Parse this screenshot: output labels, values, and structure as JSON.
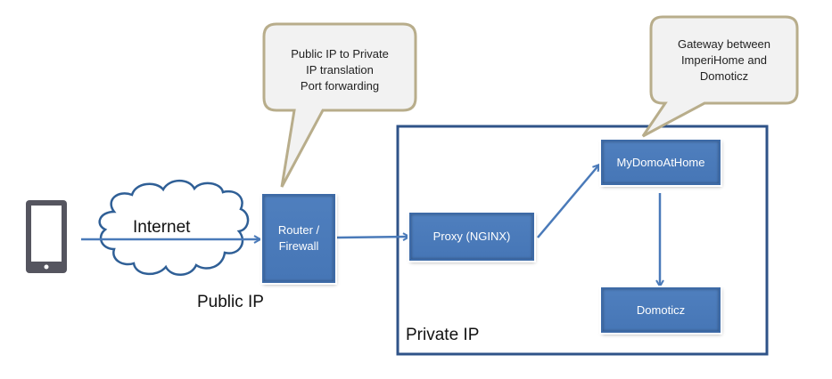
{
  "diagram": {
    "nodes": {
      "phone": {
        "icon": "smartphone-icon"
      },
      "internet": {
        "label": "Internet",
        "icon": "cloud-icon"
      },
      "public_ip_label": "Public IP",
      "router": {
        "line1": "Router /",
        "line2": "Firewall"
      },
      "proxy": {
        "label": "Proxy (NGINX)"
      },
      "mydomoathome": {
        "label": "MyDomoAtHome"
      },
      "domoticz": {
        "label": "Domoticz"
      },
      "private_ip_label": "Private IP"
    },
    "callouts": {
      "router_note": {
        "lines": [
          "Public IP to Private",
          "IP translation",
          "Port forwarding"
        ]
      },
      "gateway_note": {
        "lines": [
          "Gateway between",
          "ImperiHome  and",
          "Domoticz"
        ]
      }
    },
    "edges": [
      {
        "from": "phone",
        "to": "router"
      },
      {
        "from": "router",
        "to": "proxy"
      },
      {
        "from": "proxy",
        "to": "mydomoathome"
      },
      {
        "from": "mydomoathome",
        "to": "domoticz"
      }
    ],
    "colors": {
      "box_fill": "#4a7ab9",
      "arrow": "#4a7ab9",
      "frame": "#2f5388",
      "callout_fill": "#f2f2f2",
      "callout_border": "#b8ad8b",
      "cloud_stroke": "#2f5f96",
      "phone": "#55555f"
    }
  }
}
